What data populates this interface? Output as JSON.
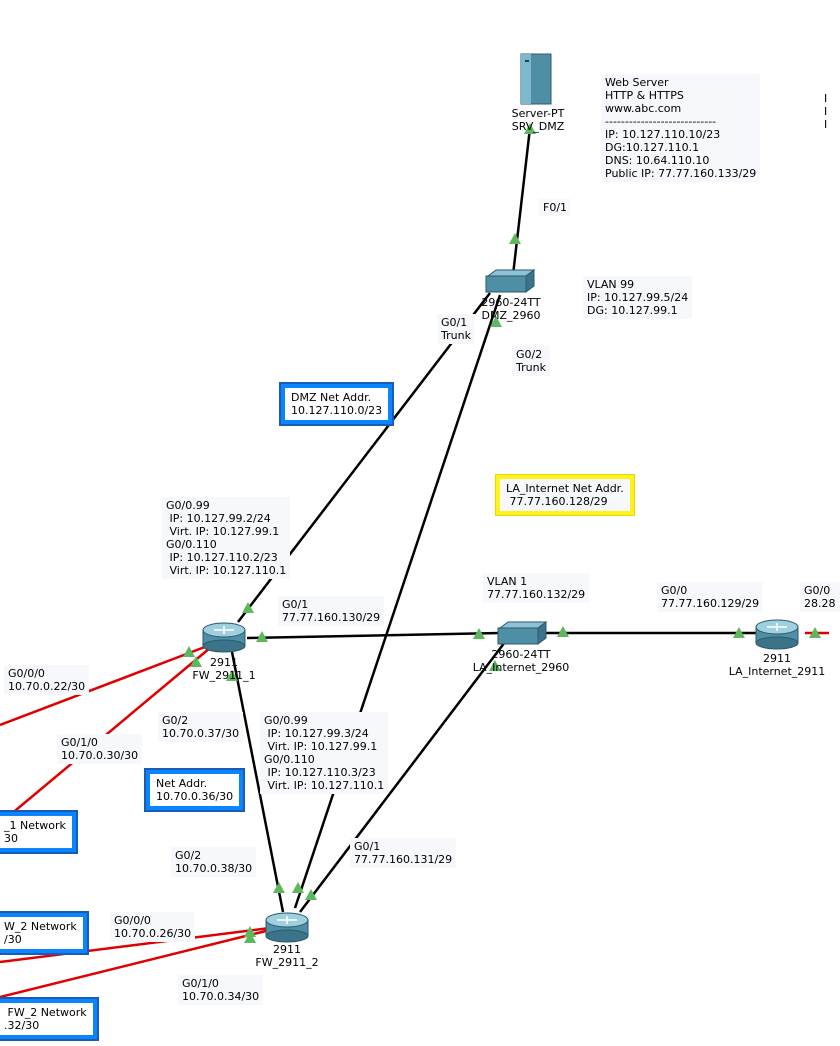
{
  "devices": {
    "server": {
      "type": "Server-PT",
      "name": "SRV_DMZ"
    },
    "dmz_switch": {
      "type": "2960-24TT",
      "name": "DMZ_2960"
    },
    "fw1": {
      "type": "2911",
      "name": "FW_2911_1"
    },
    "fw2": {
      "type": "2911",
      "name": "FW_2911_2"
    },
    "la_switch": {
      "type": "2960-24TT",
      "name": "LA_Internet_2960"
    },
    "la_router": {
      "type": "2911",
      "name": "LA_Internet_2911"
    }
  },
  "notes": {
    "web_server": "Web Server\nHTTP & HTTPS\nwww.abc.com\n----------------------------\nIP: 10.127.110.10/23\nDG:10.127.110.1\nDNS: 10.64.110.10\nPublic IP: 77.77.160.133/29",
    "f01": "F0/1",
    "vlan99": "VLAN 99\nIP: 10.127.99.5/24\nDG: 10.127.99.1",
    "g01_trunk": "G0/1\nTrunk",
    "g02_trunk": "G0/2\nTrunk",
    "fw1_subifs": "G0/0.99\n IP: 10.127.99.2/24\n Virt. IP: 10.127.99.1\nG0/0.110\n IP: 10.127.110.2/23\n Virt. IP: 10.127.110.1",
    "fw1_g01": "G0/1\n77.77.160.130/29",
    "vlan1": "VLAN 1\n77.77.160.132/29",
    "la_g00": "G0/0\n77.77.160.129/29",
    "la_g00_right": "G0/0\n28.28",
    "fw1_g000": "G0/0/0\n10.70.0.22/30",
    "fw1_g010": "G0/1/0\n10.70.0.30/30",
    "fw1_g02": "G0/2\n10.70.0.37/30",
    "fw2_subifs": "G0/0.99\n IP: 10.127.99.3/24\n Virt. IP: 10.127.99.1\nG0/0.110\n IP: 10.127.110.3/23\n Virt. IP: 10.127.110.1",
    "fw2_g01": "G0/1\n77.77.160.131/29",
    "fw2_g02": "G0/2\n10.70.0.38/30",
    "fw2_g000": "G0/0/0\n10.70.0.26/30",
    "fw2_g010": "G0/1/0\n10.70.0.34/30",
    "edge_right": "I\nI\nI"
  },
  "boxes": {
    "dmz_net": "DMZ Net Addr.\n10.127.110.0/23",
    "la_internet_net": "LA_Internet Net Addr.\n 77.77.160.128/29",
    "net_36": "Net Addr.\n10.70.0.36/30",
    "fw1_network": "_1 Network\n30",
    "fw2_network": "W_2 Network\n/30",
    "fw2_network_b": " FW_2 Network\n.32/30"
  },
  "colors": {
    "link": "#000000",
    "serial_link": "#e00000",
    "port_up": "#5cb85c",
    "net_box_blue": "#0a84ff",
    "net_box_yellow": "#fff21f"
  }
}
